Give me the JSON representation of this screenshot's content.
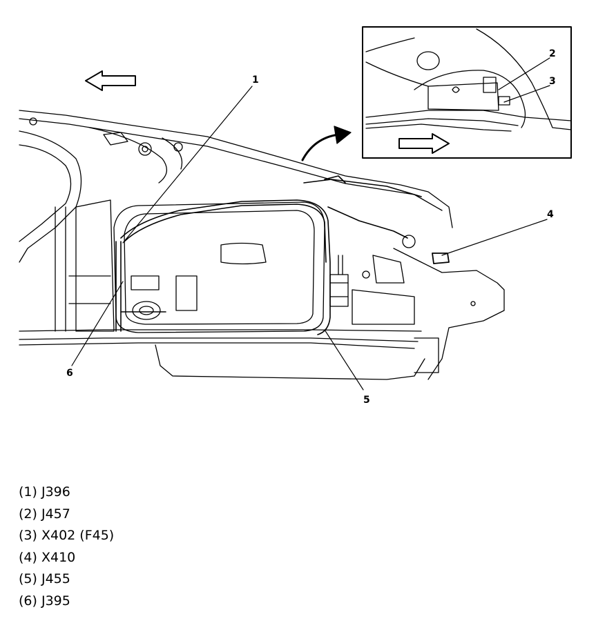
{
  "callouts": {
    "c1": "1",
    "c2": "2",
    "c3": "3",
    "c4": "4",
    "c5": "5",
    "c6": "6"
  },
  "legend": [
    {
      "num": "(1)",
      "code": "J396"
    },
    {
      "num": "(2)",
      "code": "J457"
    },
    {
      "num": "(3)",
      "code": "X402 (F45)"
    },
    {
      "num": "(4)",
      "code": "X410"
    },
    {
      "num": "(5)",
      "code": "J455"
    },
    {
      "num": "(6)",
      "code": "J395"
    }
  ],
  "colors": {
    "line": "#000000",
    "background": "#ffffff"
  }
}
